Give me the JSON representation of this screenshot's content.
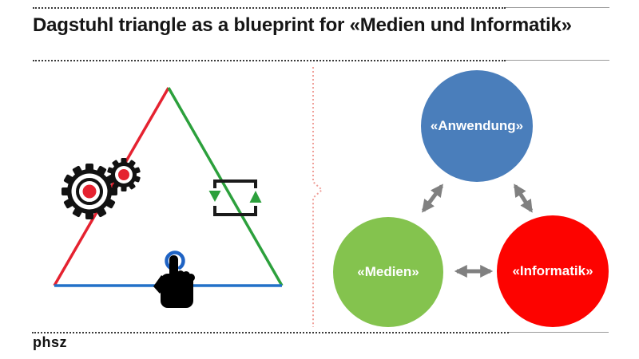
{
  "slide": {
    "title": "Dagstuhl triangle as a blueprint for «Medien und Informatik»",
    "footer_logo": "phsz"
  },
  "diagram": {
    "triangle": {
      "side_colors": {
        "left": "#e52230",
        "right": "#2ca03c",
        "bottom": "#2271c8"
      },
      "icons": [
        {
          "name": "gears-icon",
          "meaning": "technological perspective",
          "accent_color": "#e52230"
        },
        {
          "name": "loop-arrows-icon",
          "meaning": "application perspective",
          "accent_color": "#2ca03c"
        },
        {
          "name": "tap-hand-icon",
          "meaning": "user perspective",
          "accent_color": "#2271c8"
        }
      ]
    },
    "divider": {
      "style": "dotted",
      "color": "#f0a19b"
    },
    "circles": [
      {
        "label": "«Anwendung»",
        "color": "#4a7ebb"
      },
      {
        "label": "«Medien»",
        "color": "#84c34e"
      },
      {
        "label": "«Informatik»",
        "color": "#fd0300"
      }
    ],
    "arrow_color": "#808080"
  }
}
